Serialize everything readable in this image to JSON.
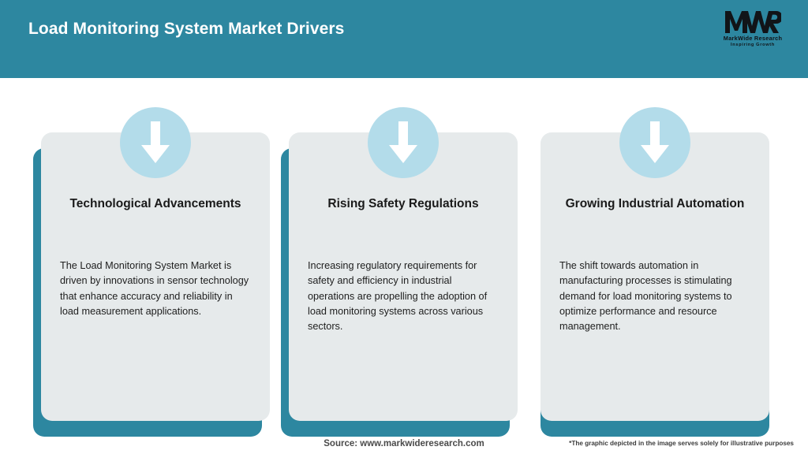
{
  "header": {
    "title": "Load Monitoring System Market Drivers",
    "bg_color": "#2d87a0",
    "title_color": "#ffffff",
    "logo": {
      "mark": "MWR",
      "name": "MarkWide Research",
      "tagline": "Inspiring Growth"
    }
  },
  "theme": {
    "accent": "#2d87a0",
    "card_bg": "#e6eaeb",
    "icon_circle": "#b3dcea",
    "icon_arrow": "#ffffff",
    "page_bg": "#ffffff"
  },
  "cards": [
    {
      "icon": "arrow-down-icon",
      "title": "Technological Advancements",
      "body": "The Load Monitoring System Market is driven by innovations in sensor technology that enhance accuracy and reliability in load measurement applications."
    },
    {
      "icon": "arrow-down-icon",
      "title": "Rising Safety Regulations",
      "body": "Increasing regulatory requirements for safety and efficiency in industrial operations are propelling the adoption of load monitoring systems across various sectors."
    },
    {
      "icon": "arrow-down-icon",
      "title": "Growing Industrial Automation",
      "body": "The shift towards automation in manufacturing processes is stimulating demand for load monitoring systems to optimize performance and resource management."
    }
  ],
  "footer": {
    "source": "Source: www.markwideresearch.com",
    "disclaimer": "*The graphic depicted in the image serves solely for illustrative purposes"
  }
}
